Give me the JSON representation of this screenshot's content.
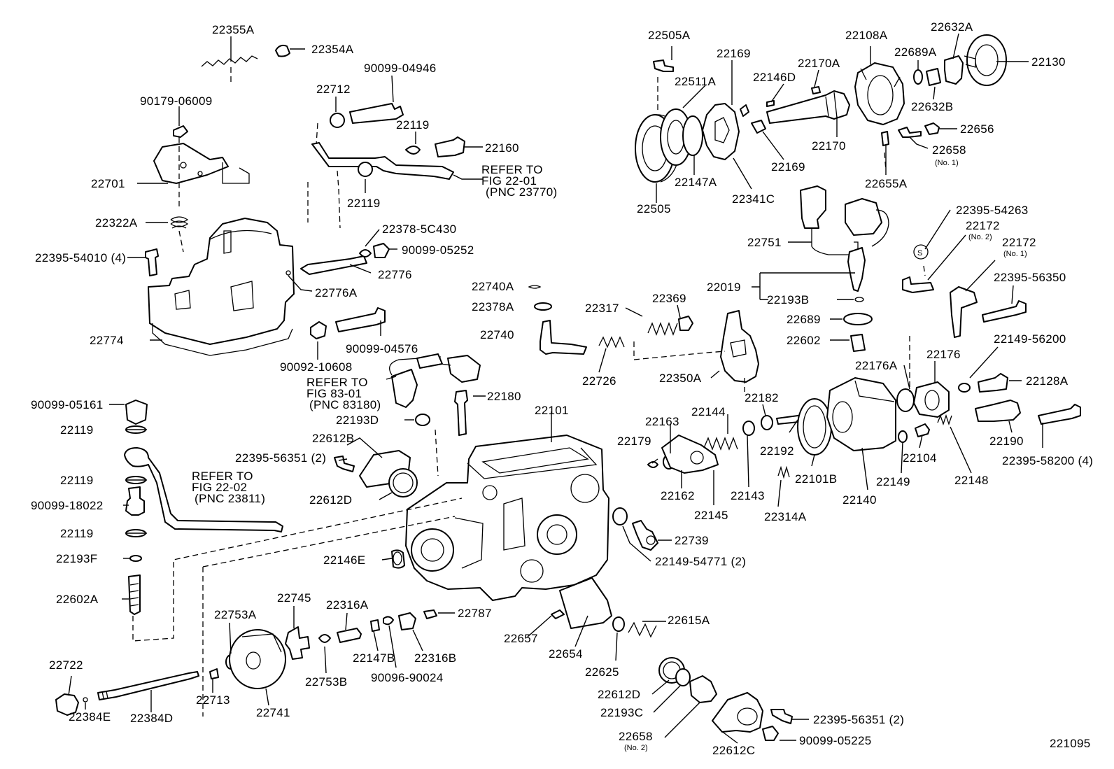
{
  "diagram": {
    "figure_number": "221095",
    "labels": {
      "p22355A": "22355A",
      "p22354A": "22354A",
      "p90099_04946": "90099-04946",
      "p90179_06009": "90179-06009",
      "p22712": "22712",
      "p22119a": "22119",
      "p22160": "22160",
      "p22701": "22701",
      "p22119b": "22119",
      "p22322A": "22322A",
      "p22395_54010": "22395-54010 (4)",
      "p22378_5C430": "22378-5C430",
      "p90099_05252": "90099-05252",
      "p22776": "22776",
      "p22776A": "22776A",
      "p22740A": "22740A",
      "p22378A": "22378A",
      "p22740": "22740",
      "p22774": "22774",
      "p90099_04576": "90099-04576",
      "p90092_10608": "90092-10608",
      "p90099_05161": "90099-05161",
      "p22119c": "22119",
      "p22119d": "22119",
      "p90099_18022": "90099-18022",
      "p22119e": "22119",
      "p22193F": "22193F",
      "p22602A": "22602A",
      "p22180": "22180",
      "p22193D": "22193D",
      "p22612B": "22612B",
      "p22395_56351a": "22395-56351 (2)",
      "p22612D": "22612D",
      "p22101": "22101",
      "p22146E": "22146E",
      "p22739": "22739",
      "p22149_54771": "22149-54771 (2)",
      "p22505A": "22505A",
      "p22169a": "22169",
      "p22511A": "22511A",
      "p22146D": "22146D",
      "p22170A": "22170A",
      "p22108A": "22108A",
      "p22689A": "22689A",
      "p22632A": "22632A",
      "p22130": "22130",
      "p22632B": "22632B",
      "p22656": "22656",
      "p22658a": "22658",
      "p22658a_sub": "(No. 1)",
      "p22170": "22170",
      "p22169b": "22169",
      "p22505": "22505",
      "p22147A": "22147A",
      "p22341C": "22341C",
      "p22655A": "22655A",
      "p22751": "22751",
      "p22395_54263": "22395-54263",
      "p22172a": "22172",
      "p22172a_sub": "(No. 2)",
      "p22172b": "22172",
      "p22172b_sub": "(No. 1)",
      "p22395_56350": "22395-56350",
      "p22019": "22019",
      "p22193B": "22193B",
      "p22689": "22689",
      "p22602": "22602",
      "p22317": "22317",
      "p22369": "22369",
      "p22726": "22726",
      "p22350A": "22350A",
      "p22149_56200": "22149-56200",
      "p22176A": "22176A",
      "p22176": "22176",
      "p22128A": "22128A",
      "p22163": "22163",
      "p22144": "22144",
      "p22182": "22182",
      "p22179": "22179",
      "p22192": "22192",
      "p22101B": "22101B",
      "p22140": "22140",
      "p22149": "22149",
      "p22104": "22104",
      "p22148": "22148",
      "p22190": "22190",
      "p22395_58200": "22395-58200 (4)",
      "p22162": "22162",
      "p22143": "22143",
      "p22145": "22145",
      "p22314A": "22314A",
      "p22745": "22745",
      "p22316A": "22316A",
      "p22753A": "22753A",
      "p22787": "22787",
      "p22147B": "22147B",
      "p22316B": "22316B",
      "p90096_90024": "90096-90024",
      "p22753B": "22753B",
      "p22722": "22722",
      "p22713": "22713",
      "p22741": "22741",
      "p22384D": "22384D",
      "p22384E": "22384E",
      "p22657": "22657",
      "p22654": "22654",
      "p22615A": "22615A",
      "p22625": "22625",
      "p22612D_b": "22612D",
      "p22193C": "22193C",
      "p22658b": "22658",
      "p22658b_sub": "(No. 2)",
      "p22612C": "22612C",
      "p22395_56351b": "22395-56351 (2)",
      "p90099_05225": "90099-05225",
      "s_symbol": "S"
    },
    "refer_notes": {
      "r1": [
        "REFER TO",
        "FIG 22-01",
        "(PNC 23770)"
      ],
      "r2": [
        "REFER TO",
        "FIG 83-01",
        "(PNC 83180)"
      ],
      "r3": [
        "REFER TO",
        "FIG 22-02",
        "(PNC 23811)"
      ]
    }
  }
}
